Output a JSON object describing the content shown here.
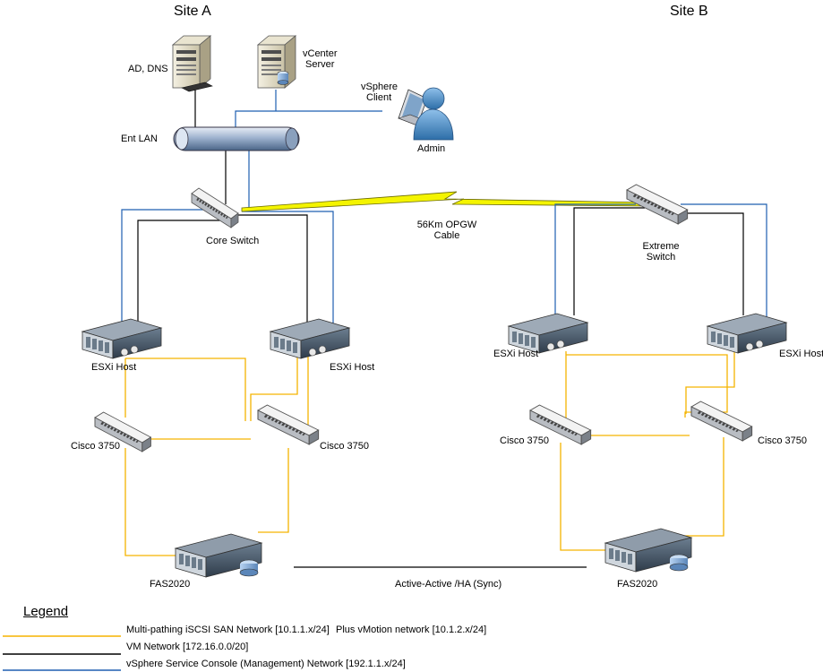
{
  "sites": {
    "a": "Site A",
    "b": "Site B"
  },
  "labels": {
    "ad_dns": "AD, DNS",
    "vcenter_1": "vCenter",
    "vcenter_2": "Server",
    "vsphere_client_1": "vSphere",
    "vsphere_client_2": "Client",
    "admin": "Admin",
    "ent_lan": "Ent LAN",
    "core_switch": "Core Switch",
    "opgw_1": "56Km OPGW",
    "opgw_2": "Cable",
    "extreme_1": "Extreme",
    "extreme_2": "Switch",
    "esxi_a1": "ESXi Host",
    "esxi_a2": "ESXi Host",
    "esxi_b1": "ESXi Host",
    "esxi_b2": "ESXi Host",
    "cisco_a1": "Cisco 3750",
    "cisco_a2": "Cisco 3750",
    "cisco_b1": "Cisco 3750",
    "cisco_b2": "Cisco 3750",
    "fas_a": "FAS2020",
    "fas_b": "FAS2020",
    "sync": "Active-Active /HA (Sync)"
  },
  "legend": {
    "title": "Legend",
    "iscsi": "Multi-pathing iSCSI SAN Network [10.1.1.x/24]",
    "vmotion": "Plus vMotion network [10.1.2.x/24]",
    "vm": "VM Network [172.16.0.0/20]",
    "mgmt": "vSphere Service Console (Management) Network [192.1.1.x/24]"
  },
  "colors": {
    "iscsi": "#f5b400",
    "vm": "#000000",
    "mgmt": "#1f5fb0",
    "wan": "#f4f400"
  },
  "icons": [
    "server-icon",
    "database-icon",
    "laptop-icon",
    "user-icon",
    "lan-bus-icon",
    "switch-icon",
    "host-icon",
    "storage-icon",
    "lightning-icon"
  ]
}
